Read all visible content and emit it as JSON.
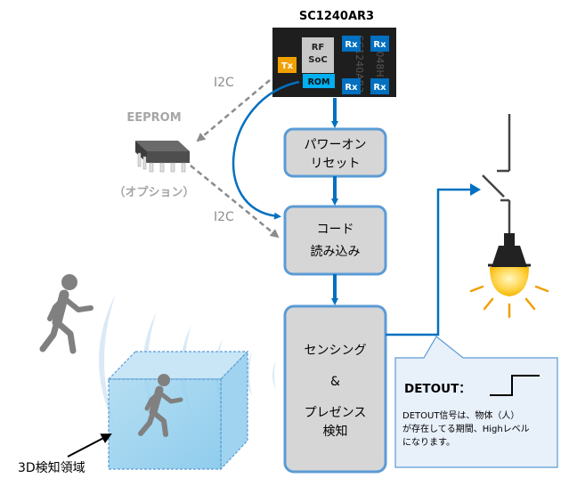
{
  "chip": {
    "title": "SC1240AR3",
    "tx": "Tx",
    "rx": "Rx",
    "rf_soc_line1": "RF",
    "rf_soc_line2": "SoC",
    "rom": "ROM",
    "marking": "SC1240AR3",
    "marking_right": "048H"
  },
  "eeprom": {
    "label": "EEPROM",
    "option": "（オプション）"
  },
  "i2c_top": "I2C",
  "i2c_bottom": "I2C",
  "flow": {
    "power_on_line1": "パワーオン",
    "power_on_line2": "リセット",
    "code_line1": "コード",
    "code_line2": "読み込み",
    "sensing_line1": "センシング",
    "sensing_line2": "&",
    "sensing_line3": "プレゼンス",
    "sensing_line4": "検知"
  },
  "callout": {
    "title": "DETOUT：",
    "line1": "DETOUT信号は、物体（人）",
    "line2": "が存在してる期間、Highレベル",
    "line3": "になります。"
  },
  "zone_label": "3D検知領域",
  "colors": {
    "flow_box_fill": "#d6d6d6",
    "flow_box_border": "#5b9bd5",
    "arrow_blue": "#0070c0",
    "rx_blue": "#0070c0",
    "rom_cyan": "#00b0f0",
    "tx_orange": "#f0a000",
    "bulb_yellow": "#ffd54f",
    "person_gray": "#808080",
    "callout_fill": "#e8f0fa"
  }
}
